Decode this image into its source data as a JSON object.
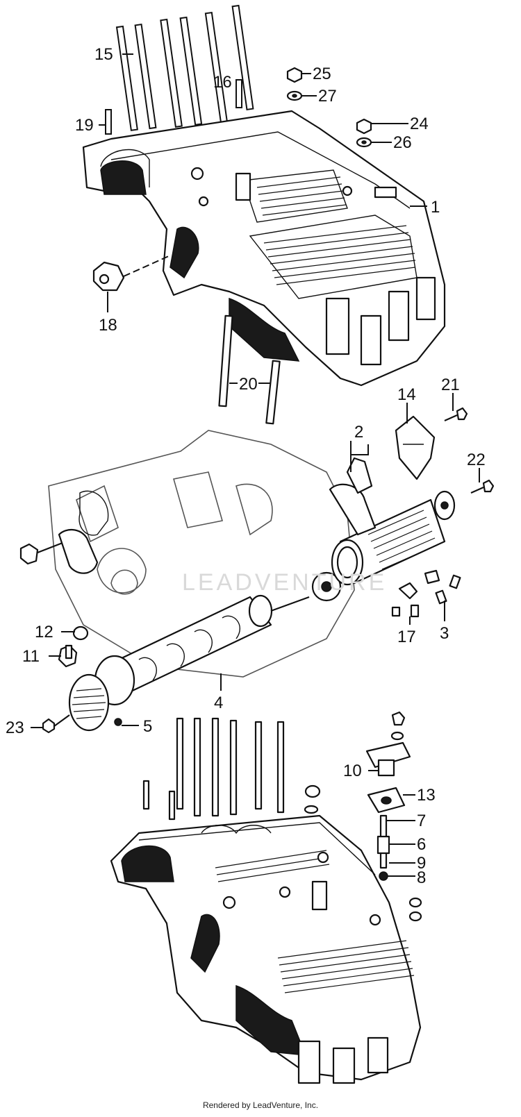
{
  "diagram": {
    "callouts": [
      {
        "id": "1",
        "label": "1"
      },
      {
        "id": "2",
        "label": "2"
      },
      {
        "id": "3",
        "label": "3"
      },
      {
        "id": "4",
        "label": "4"
      },
      {
        "id": "5",
        "label": "5"
      },
      {
        "id": "6",
        "label": "6"
      },
      {
        "id": "7",
        "label": "7"
      },
      {
        "id": "8",
        "label": "8"
      },
      {
        "id": "9",
        "label": "9"
      },
      {
        "id": "10",
        "label": "10"
      },
      {
        "id": "11",
        "label": "11"
      },
      {
        "id": "12",
        "label": "12"
      },
      {
        "id": "13",
        "label": "13"
      },
      {
        "id": "14",
        "label": "14"
      },
      {
        "id": "15",
        "label": "15"
      },
      {
        "id": "16",
        "label": "16"
      },
      {
        "id": "17",
        "label": "17"
      },
      {
        "id": "18",
        "label": "18"
      },
      {
        "id": "19",
        "label": "19"
      },
      {
        "id": "20",
        "label": "20"
      },
      {
        "id": "21",
        "label": "21"
      },
      {
        "id": "22",
        "label": "22"
      },
      {
        "id": "23",
        "label": "23"
      },
      {
        "id": "24",
        "label": "24"
      },
      {
        "id": "25",
        "label": "25"
      },
      {
        "id": "26",
        "label": "26"
      },
      {
        "id": "27",
        "label": "27"
      }
    ]
  },
  "watermark": {
    "text": "LEADVENTURE"
  },
  "footer": {
    "text": "Rendered by LeadVenture, Inc."
  }
}
